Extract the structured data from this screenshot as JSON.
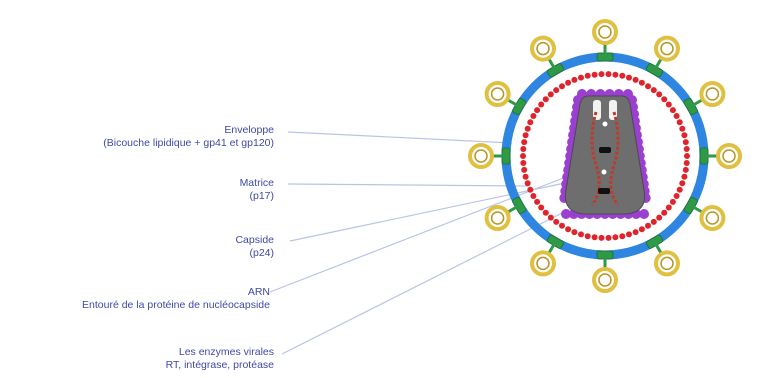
{
  "labels": {
    "enveloppe": {
      "line1": "Enveloppe",
      "line2": "(Bicouche lipidique + gp41 et gp120)"
    },
    "matrice": {
      "line1": "Matrice",
      "line2": "(p17)"
    },
    "capside": {
      "line1": "Capside",
      "line2": "(p24)"
    },
    "arn": {
      "line1": "ARN",
      "line2": "Entouré de la protéine de nucléocapside"
    },
    "enzymes": {
      "line1": "Les enzymes virales",
      "line2": "RT, intégrase, protéase"
    }
  },
  "colors": {
    "label_text": "#3e4aa6",
    "leader_line": "#b8c4e4",
    "envelope_blue": "#2e86e0",
    "matrix_red": "#e0242c",
    "spike_green": "#2e9a48",
    "spike_gold": "#e0c040",
    "capsid_purple": "#9a3fcf",
    "capsid_core": "#6e6e6e",
    "rna_red": "#c0392b"
  },
  "icons": {
    "virion": "hiv-virion-icon",
    "spike": "gp120-spike-icon"
  }
}
